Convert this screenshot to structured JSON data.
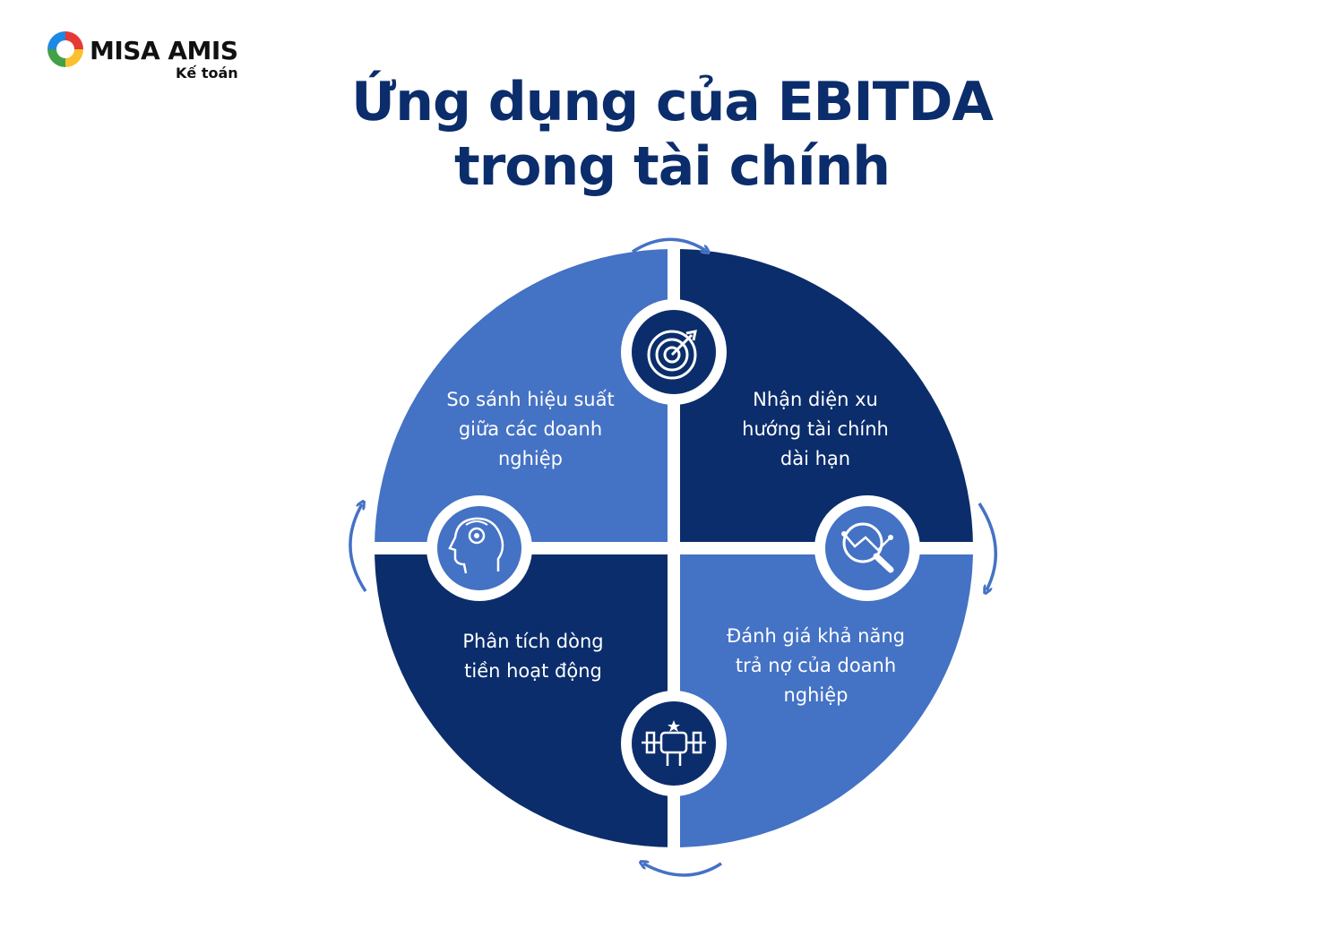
{
  "brand": {
    "name": "MISA AMIS",
    "subtitle": "Kế toán"
  },
  "title": {
    "line1": "Ứng dụng của EBITDA",
    "line2": "trong tài chính"
  },
  "quadrants": [
    {
      "label": "So sánh hiệu suất giữa các doanh nghiệp",
      "lines": [
        "So sánh hiệu suất",
        "giữa các doanh",
        "nghiệp"
      ],
      "icon": "target-icon"
    },
    {
      "label": "Nhận diện xu hướng tài chính dài hạn",
      "lines": [
        "Nhận diện xu",
        "hướng tài chính",
        "dài hạn"
      ],
      "icon": "magnifier-chart-icon"
    },
    {
      "label": "Phân tích dòng tiền hoạt động",
      "lines": [
        "Phân tích dòng",
        "tiền hoạt động"
      ],
      "icon": "head-gear-icon"
    },
    {
      "label": "Đánh giá khả năng trả nợ của doanh nghiệp",
      "lines": [
        "Đánh giá khả năng",
        "trả nợ của doanh",
        "nghiệp"
      ],
      "icon": "strength-fist-icon"
    }
  ],
  "colors": {
    "light_blue": "#4472c4",
    "dark_blue": "#0b2d6b",
    "arrow": "#4472c4",
    "title": "#0b2d6b"
  }
}
